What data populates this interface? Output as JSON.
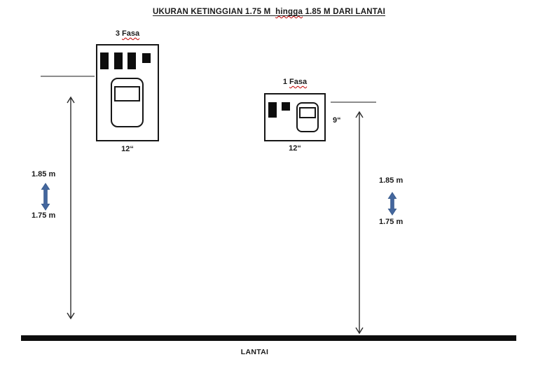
{
  "title": {
    "part1": "UKURAN KETINGGIAN 1.75 M  ",
    "misspelled": "hingga",
    "part2": " 1.85 M DARI LANTAI"
  },
  "meters": {
    "three_phase": {
      "label_num": "3 ",
      "label_word": "Fasa",
      "width_label": "12“"
    },
    "single_phase": {
      "label_num": "1 ",
      "label_word": "Fasa",
      "width_label": "12“",
      "offset_label": "9“"
    }
  },
  "dimensions": {
    "left": {
      "upper": "1.85 m",
      "lower": "1.75 m"
    },
    "right": {
      "upper": "1.85 m",
      "lower": "1.75 m"
    }
  },
  "floor": {
    "label": "LANTAI"
  },
  "colors": {
    "ink": "#2b2b2b",
    "accent_arrow_fill": "#44679E",
    "accent_arrow_stroke": "#3A5C8E",
    "spellcheck_red": "#C00000",
    "guide_line_gray": "#8C8C8C",
    "floor_black": "#0d0d0d"
  }
}
